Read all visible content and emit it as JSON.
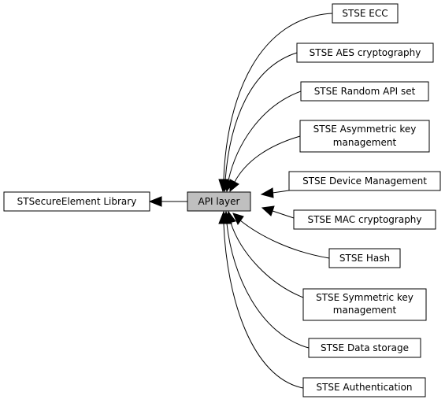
{
  "diagram": {
    "current": {
      "label": "API layer",
      "fill": "#bfbfbf"
    },
    "parent": {
      "label": "STSecureElement Library"
    },
    "children": [
      {
        "lines": [
          "STSE ECC"
        ]
      },
      {
        "lines": [
          "STSE AES cryptography"
        ]
      },
      {
        "lines": [
          "STSE Random API set"
        ]
      },
      {
        "lines": [
          "STSE Asymmetric key",
          "management"
        ]
      },
      {
        "lines": [
          "STSE Device Management"
        ]
      },
      {
        "lines": [
          "STSE MAC cryptography"
        ]
      },
      {
        "lines": [
          "STSE Hash"
        ]
      },
      {
        "lines": [
          "STSE Symmetric key",
          "management"
        ]
      },
      {
        "lines": [
          "STSE Data storage"
        ]
      },
      {
        "lines": [
          "STSE Authentication"
        ]
      }
    ]
  }
}
